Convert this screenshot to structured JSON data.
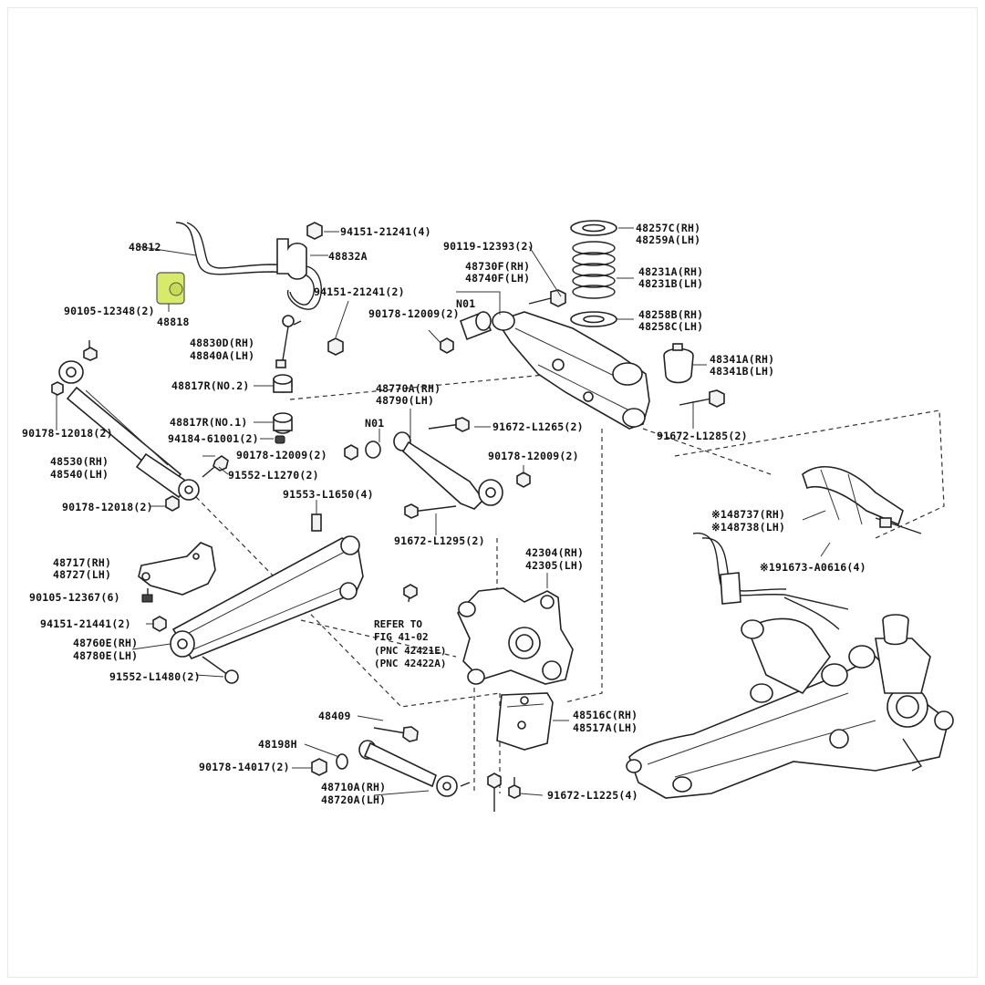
{
  "highlight_color": "#d8ea6a",
  "labels": {
    "p48812": "48812",
    "p48818": "48818",
    "p48832a": "48832A",
    "p94151_21241_4": "94151-21241(4)",
    "p94151_21241_2": "94151-21241(2)",
    "p90105_12348": "90105-12348(2)",
    "p48830d": "48830D(RH)",
    "p48840a": "48840A(LH)",
    "p48817_no2": "48817R(NO.2)",
    "p48817_no1": "48817R(NO.1)",
    "p94184_61001": "94184-61001(2)",
    "p90178_12018_a": "90178-12018(2)",
    "p48530": "48530(RH)",
    "p48540": "48540(LH)",
    "p90178_12009_a": "90178-12009(2)",
    "p91552_l1270": "91552-L1270(2)",
    "p90178_12018_b": "90178-12018(2)",
    "p91553_l1650": "91553-L1650(4)",
    "p48717": "48717(RH)",
    "p48727": "48727(LH)",
    "p90105_12367": "90105-12367(6)",
    "p94151_21441": "94151-21441(2)",
    "p48760e": "48760E(RH)",
    "p48780e": "48780E(LH)",
    "p91552_l1480": "91552-L1480(2)",
    "p90119_12393": "90119-12393(2)",
    "p48730f": "48730F(RH)",
    "p48740f": "48740F(LH)",
    "pN01_a": "N01",
    "p90178_12009_b": "90178-12009(2)",
    "p48257c": "48257C(RH)",
    "p48259a": "48259A(LH)",
    "p48231a": "48231A(RH)",
    "p48231b": "48231B(LH)",
    "p48258b": "48258B(RH)",
    "p48258c": "48258C(LH)",
    "p48341a": "48341A(RH)",
    "p48341b": "48341B(LH)",
    "p91672_l1285": "91672-L1285(2)",
    "p48770a": "48770A(RH)",
    "p48790": "48790(LH)",
    "pN01_b": "N01",
    "p91672_l1265": "91672-L1265(2)",
    "p90178_12009_c": "90178-12009(2)",
    "p91672_l1295": "91672-L1295(2)",
    "p42304": "42304(RH)",
    "p42305": "42305(LH)",
    "p48737": "※148737(RH)",
    "p48738": "※148738(LH)",
    "p91673_a0616": "※191673-A0616(4)",
    "p48409": "48409",
    "p48198h": "48198H",
    "p90178_14017": "90178-14017(2)",
    "p48710a": "48710A(RH)",
    "p48720a": "48720A(LH)",
    "p48516c": "48516C(RH)",
    "p48517a": "48517A(LH)",
    "p91672_l1225": "91672-L1225(4)"
  },
  "refer": {
    "line1": "REFER TO",
    "line2": "FIG 41-02",
    "line3": "(PNC 42421E)",
    "line4": "(PNC 42422A)"
  }
}
